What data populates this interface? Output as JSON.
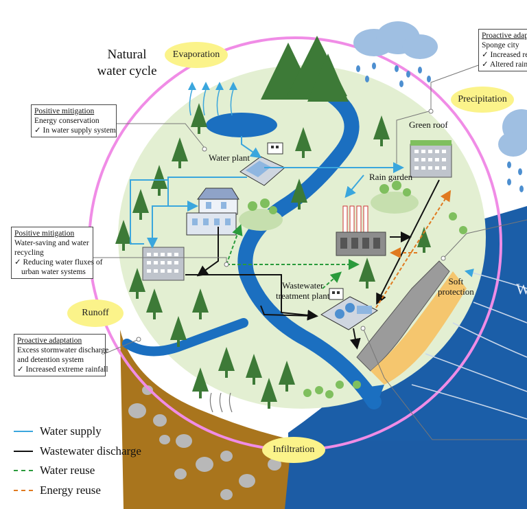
{
  "title": {
    "line1": "Natural",
    "line2": "water cycle"
  },
  "processes": {
    "evaporation": "Evaporation",
    "precipitation": "Precipitation",
    "runoff": "Runoff",
    "infiltration": "Infiltration"
  },
  "boxes": {
    "energy": {
      "heading": "Positive mitigation",
      "line1": "Energy conservation",
      "line2": "✓ In water supply system"
    },
    "recycling": {
      "heading": "Positive mitigation",
      "line1": "Water-saving and water",
      "line2": "recycling",
      "line3": "✓ Reducing water fluxes of",
      "line4": "urban water systems"
    },
    "stormwater": {
      "heading": "Proactive adaptation",
      "line1": "Excess stormwater discharge",
      "line2": "and detention system",
      "line3": "✓ Increased extreme rainfall"
    },
    "sponge": {
      "heading": "Proactive adapta",
      "line1": "Sponge city",
      "line2": "✓ Increased re",
      "line3": "✓ Altered rainf"
    }
  },
  "labels": {
    "water_plant": "Water plant",
    "green_roof": "Green roof",
    "rain_garden": "Rain garden",
    "wastewater_line1": "Wastewater",
    "wastewater_line2": "treatment plant",
    "soft_line1": "Soft",
    "soft_line2": "protection",
    "edge_letter": "W"
  },
  "legend": [
    {
      "label": "Water supply",
      "color": "#3aa6dd",
      "style": "solid"
    },
    {
      "label": "Wastewater discharge",
      "color": "#111111",
      "style": "solid"
    },
    {
      "label": "Water reuse",
      "color": "#2a9b3c",
      "style": "dashed"
    },
    {
      "label": "Energy reuse",
      "color": "#e07a20",
      "style": "dashed"
    }
  ],
  "colors": {
    "land": "#e3efd2",
    "river": "#1b6fc0",
    "sea": "#1b5ea8",
    "soil": "#a9751d",
    "tree": "#3d7a37",
    "circle": "#f08ce6",
    "label_bubble": "#fbf38a"
  },
  "icons": [
    "tree-icon",
    "cloud-icon",
    "rain-icon",
    "building-icon",
    "factory-icon",
    "house-icon",
    "treatment-plant-icon",
    "evaporation-arrow-icon"
  ]
}
